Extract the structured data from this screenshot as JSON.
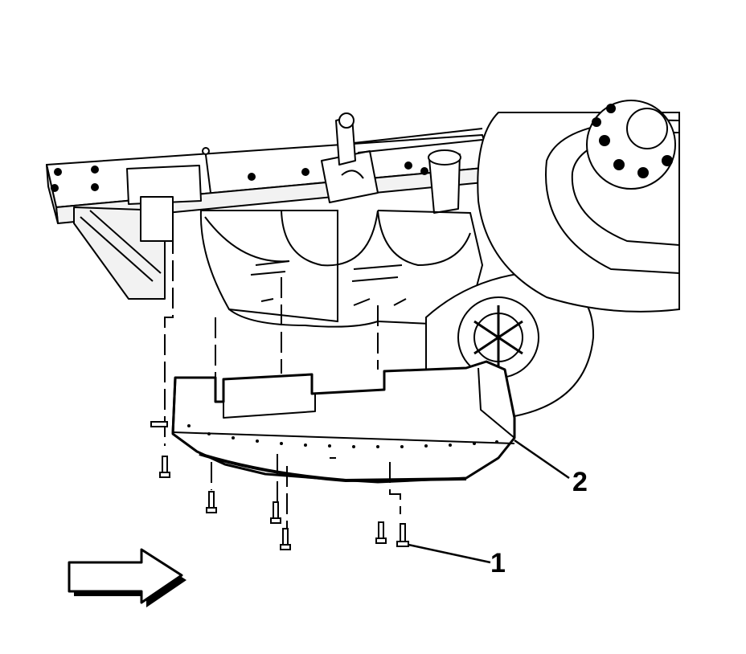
{
  "figure": {
    "callouts": [
      {
        "id": "1",
        "label": "1"
      },
      {
        "id": "2",
        "label": "2"
      }
    ],
    "colors": {
      "ink": "#000000",
      "paper": "#ffffff",
      "shade": "#d9d9d9"
    },
    "icons": [
      "direction-arrow-icon",
      "bolt-icon"
    ]
  }
}
